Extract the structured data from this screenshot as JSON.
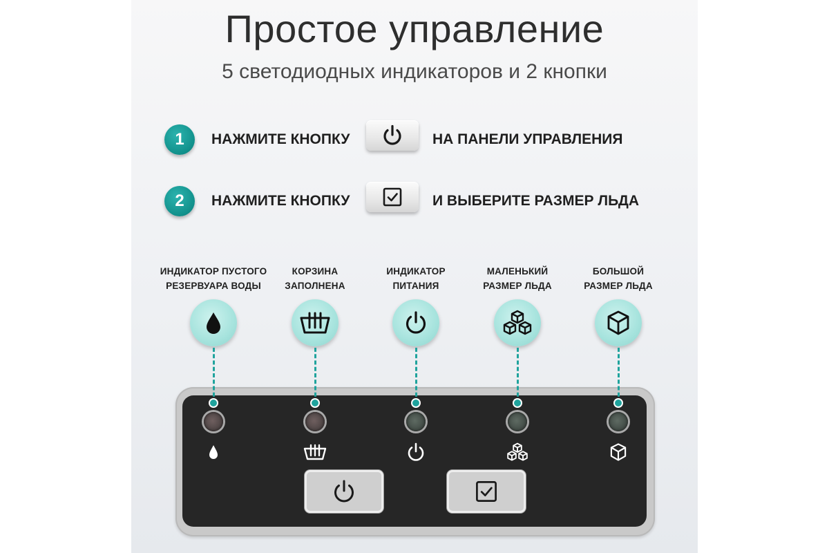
{
  "header": {
    "title": "Простое управление",
    "subtitle": "5 светодиодных индикаторов и 2 кнопки"
  },
  "steps": [
    {
      "number": "1",
      "text_before": "НАЖМИТЕ КНОПКУ",
      "button_icon": "power-icon",
      "text_after": "НА ПАНЕЛИ УПРАВЛЕНИЯ"
    },
    {
      "number": "2",
      "text_before": "НАЖМИТЕ КНОПКУ",
      "button_icon": "checkbox-icon",
      "text_after": "И ВЫБЕРИТЕ РАЗМЕР ЛЬДА"
    }
  ],
  "indicators": [
    {
      "line1": "ИНДИКАТОР ПУСТОГО",
      "line2": "РЕЗЕРВУАРА ВОДЫ",
      "icon": "water-drop-icon"
    },
    {
      "line1": "КОРЗИНА",
      "line2": "ЗАПОЛНЕНА",
      "icon": "basket-icon"
    },
    {
      "line1": "ИНДИКАТОР",
      "line2": "ПИТАНИЯ",
      "icon": "power-icon"
    },
    {
      "line1": "МАЛЕНЬКИЙ",
      "line2": "РАЗМЕР ЛЬДА",
      "icon": "small-ice-cubes-icon"
    },
    {
      "line1": "БОЛЬШОЙ",
      "line2": "РАЗМЕР ЛЬДА",
      "icon": "large-ice-cube-icon"
    }
  ],
  "panel_buttons": [
    {
      "icon": "power-icon"
    },
    {
      "icon": "checkbox-icon"
    }
  ],
  "colors": {
    "accent": "#11908b",
    "bubble": "#a6e3dd",
    "panel": "#262626",
    "dashed_line": "#1fa39d"
  }
}
